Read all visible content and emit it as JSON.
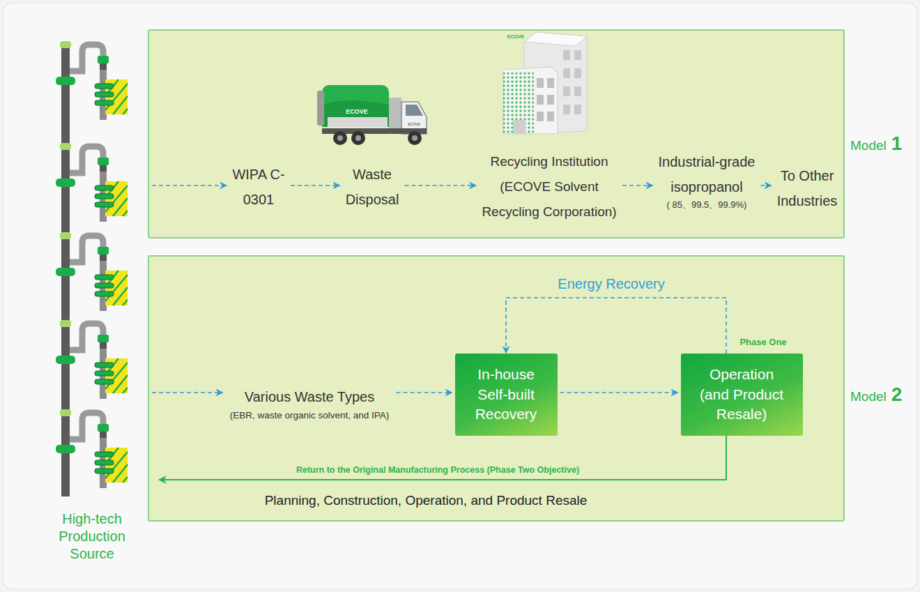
{
  "diagram": {
    "nodes": [
      {
        "text": [
          "High-tech Production Source"
        ]
      },
      {
        "text": [
          "Model",
          "1"
        ]
      },
      {
        "text": [
          "WIPA C-0301"
        ],
        "in": 1
      },
      {
        "text": [
          "Waste Disposal"
        ],
        "in": 1
      },
      {
        "text": [
          "Recycling Institution (ECOVE Solvent Recycling Corporation)"
        ],
        "in": 1
      },
      {
        "text": [
          "Industrial-grade isopropanol",
          "( 85、99.5、99.9%)"
        ],
        "in": 1
      },
      {
        "text": [
          "To Other Industries"
        ],
        "in": 1
      },
      {
        "text": [
          "Model",
          "2"
        ]
      },
      {
        "text": [
          "Various Waste Types",
          "(EBR, waste organic solvent, and IPA)"
        ],
        "in": 7
      },
      {
        "text": [
          "In-house Self-built Recovery"
        ],
        "in": 7
      },
      {
        "text": [
          "Operation (and Product Resale)"
        ],
        "in": 7
      }
    ],
    "edges": [
      {
        "from": 0,
        "to": 2,
        "arrow": "to"
      },
      {
        "from": 2,
        "to": 3,
        "arrow": "to"
      },
      {
        "from": 3,
        "to": 4,
        "arrow": "to"
      },
      {
        "from": 4,
        "to": 5,
        "arrow": "to"
      },
      {
        "from": 5,
        "to": 6,
        "arrow": "to"
      },
      {
        "from": 0,
        "to": 8,
        "arrow": "to"
      },
      {
        "from": 8,
        "to": 9,
        "arrow": "to"
      },
      {
        "from": 9,
        "to": 10,
        "arrow": "to"
      },
      {
        "from": 10,
        "to": 9,
        "label": "Energy Recovery",
        "arrow": "to"
      },
      {
        "from": 10,
        "to": 0,
        "label": "Return to the Original Manufacturing Process (Phase Two Objective)",
        "arrow": "to"
      }
    ],
    "labels": [
      "ECOVE",
      "ECOVE",
      "ECOVE",
      "Phase One",
      "Planning, Construction, Operation, and Product Resale"
    ]
  }
}
